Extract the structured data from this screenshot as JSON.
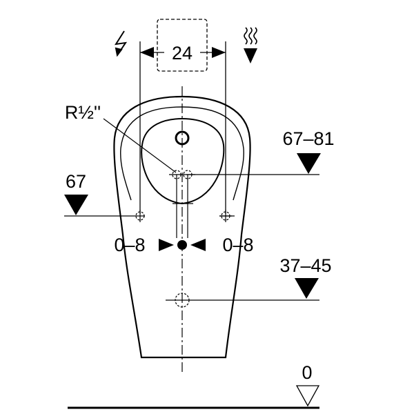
{
  "drawing": {
    "width_dimension": "24",
    "pipe_thread_label": "R½''",
    "height_supply_label": "67–81",
    "height_fixing_label": "67",
    "offset_left_label": "0–8",
    "offset_right_label": "0–8",
    "height_outlet_label": "37–45",
    "floor_level_label": "0",
    "icons": [
      "electric-power-icon",
      "water-supply-icon"
    ]
  }
}
